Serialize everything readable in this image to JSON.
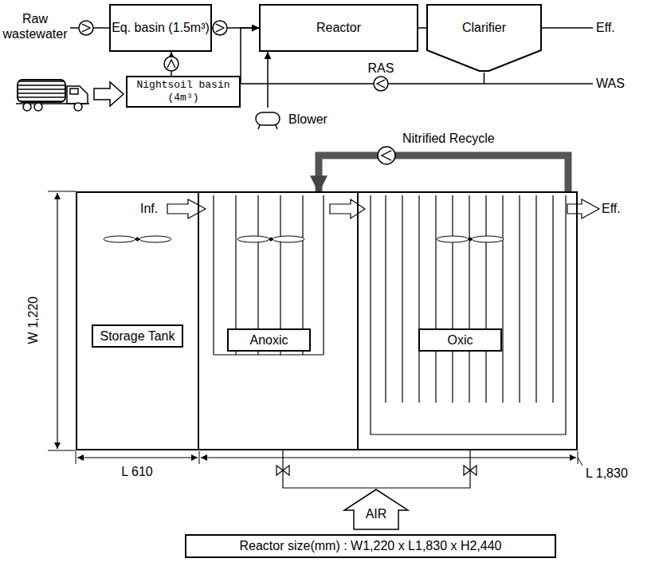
{
  "diagram": {
    "nodes": [
      {
        "text": [
          "Eq. basin (1.5m³)"
        ]
      },
      {
        "text": [
          "Reactor"
        ]
      },
      {
        "text": [
          "Clarifier"
        ]
      },
      {
        "text": [
          "Nightsoil basin (4m³)"
        ]
      },
      {
        "text": [
          "Blower"
        ]
      },
      {
        "text": [
          "Storage Tank"
        ]
      },
      {
        "text": [
          "Anoxic"
        ]
      },
      {
        "text": [
          "Oxic"
        ]
      },
      {
        "text": [
          "Reactor size(mm) : W1,220 x L1,830 x H2,440"
        ]
      }
    ],
    "edges": [
      {
        "from": 0,
        "to": 1,
        "arrow": "to"
      },
      {
        "from": 1,
        "to": 2,
        "arrow": "none"
      },
      {
        "from": 2,
        "to": 1,
        "label": "RAS",
        "arrow": "to"
      },
      {
        "from": 3,
        "to": 0,
        "arrow": "to"
      },
      {
        "from": 4,
        "to": 1,
        "arrow": "to"
      },
      {
        "from": 6,
        "to": 7,
        "arrow": "to"
      },
      {
        "from": 7,
        "to": 6,
        "label": "Nitrified Recycle",
        "arrow": "to"
      }
    ],
    "labels": [
      "Raw wastewater",
      "Eff.",
      "WAS",
      "Inf.",
      "Eff.",
      "W 1,220",
      "L 610",
      "L 1,830",
      "AIR"
    ]
  }
}
